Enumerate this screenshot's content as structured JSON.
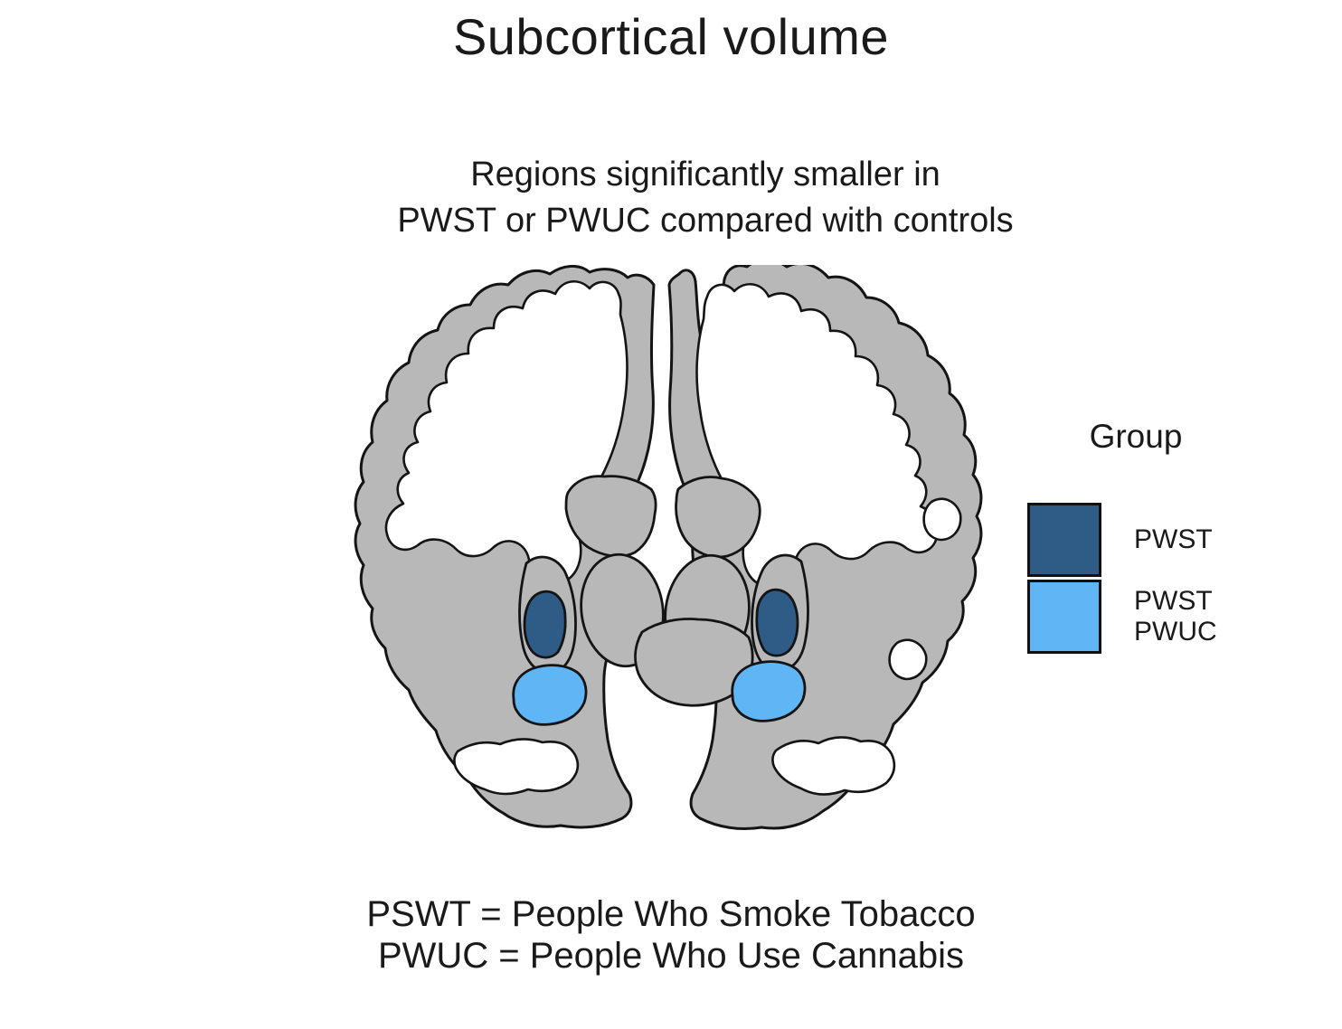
{
  "figure": {
    "title": "Subcortical volume",
    "subtitle": {
      "line1": "Regions significantly smaller in",
      "line2": "PWST or PWUC compared with controls"
    },
    "legend": {
      "title": "Group",
      "items": [
        {
          "label_line1": "PWST",
          "label_line2": "",
          "color": "#2e5c87"
        },
        {
          "label_line1": "PWST",
          "label_line2": "PWUC",
          "color": "#60b6f4"
        }
      ]
    },
    "footnote": {
      "line1": "PSWT = People Who Smoke Tobacco",
      "line2": "PWUC = People Who Use Cannabis"
    },
    "colors": {
      "background": "#ffffff",
      "cortex_gray": "#b8b8b8",
      "outline": "#141414",
      "pwst": "#2e5c87",
      "pwst_pwuc": "#60b6f4"
    }
  }
}
